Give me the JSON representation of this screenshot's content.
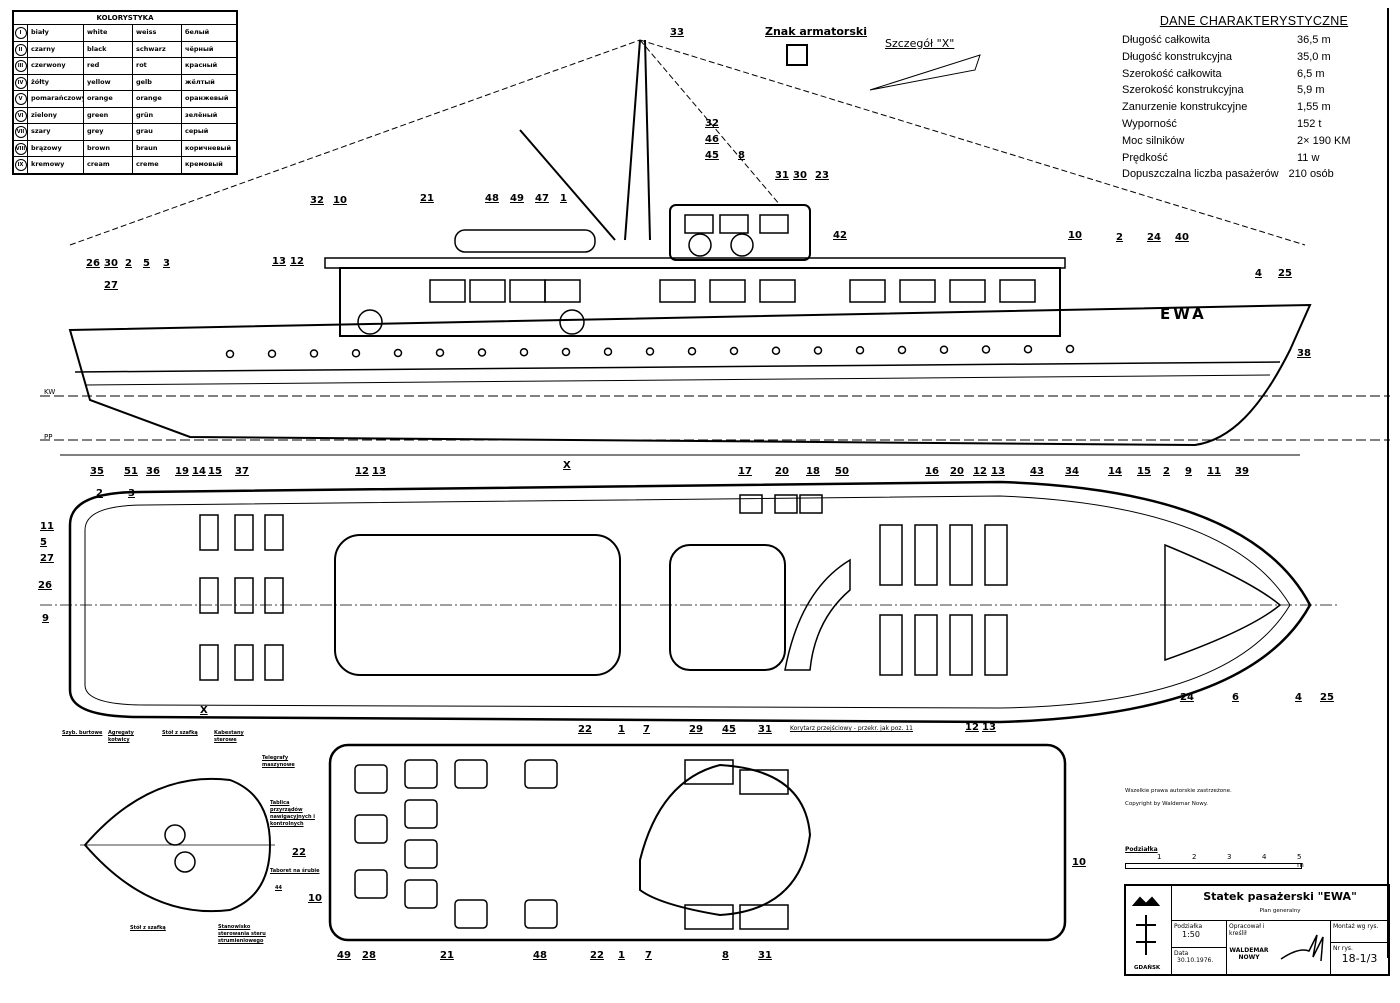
{
  "colors_table": {
    "title": "KOLORYSTYKA",
    "rows": [
      {
        "num": "I",
        "pl": "biały",
        "en": "white",
        "de": "weiss",
        "ru": "белый"
      },
      {
        "num": "II",
        "pl": "czarny",
        "en": "black",
        "de": "schwarz",
        "ru": "чёрный"
      },
      {
        "num": "III",
        "pl": "czerwony",
        "en": "red",
        "de": "rot",
        "ru": "красный"
      },
      {
        "num": "IV",
        "pl": "żółty",
        "en": "yellow",
        "de": "gelb",
        "ru": "жёлтый"
      },
      {
        "num": "V",
        "pl": "pomarańczowy",
        "en": "orange",
        "de": "orange",
        "ru": "оранжевый"
      },
      {
        "num": "VI",
        "pl": "zielony",
        "en": "green",
        "de": "grün",
        "ru": "зелёный"
      },
      {
        "num": "VII",
        "pl": "szary",
        "en": "grey",
        "de": "grau",
        "ru": "серый"
      },
      {
        "num": "VIII",
        "pl": "brązowy",
        "en": "brown",
        "de": "braun",
        "ru": "коричневый"
      },
      {
        "num": "IX",
        "pl": "kremowy",
        "en": "cream",
        "de": "creme",
        "ru": "кремовый"
      }
    ]
  },
  "specs": {
    "title": "DANE CHARAKTERYSTYCZNE",
    "rows": [
      {
        "k": "Długość całkowita",
        "v": "36,5 m"
      },
      {
        "k": "Długość konstrukcyjna",
        "v": "35,0 m"
      },
      {
        "k": "Szerokość całkowita",
        "v": "6,5 m"
      },
      {
        "k": "Szerokość konstrukcyjna",
        "v": "5,9 m"
      },
      {
        "k": "Zanurzenie konstrukcyjne",
        "v": "1,55 m"
      },
      {
        "k": "Wyporność",
        "v": "152 t"
      },
      {
        "k": "Moc silników",
        "v": "2× 190 KM"
      },
      {
        "k": "Prędkość",
        "v": "11 w"
      },
      {
        "k": "Dopuszczalna liczba pasażerów",
        "v": "210 osób"
      }
    ]
  },
  "owner_mark_label": "Znak armatorski",
  "detail_x_label": "Szczegół \"X\"",
  "hull_name": "EWA",
  "waterline_labels": {
    "kw": "KW",
    "pp": "PP"
  },
  "side_callouts": [
    "33",
    "32",
    "46",
    "45",
    "8",
    "31",
    "30",
    "23",
    "1",
    "47",
    "49",
    "48",
    "21",
    "10",
    "32",
    "42",
    "13",
    "12",
    "26",
    "30",
    "27",
    "2",
    "5",
    "3",
    "10",
    "2",
    "24",
    "40",
    "4",
    "25",
    "38",
    "35",
    "51",
    "36",
    "37"
  ],
  "plan_callouts": [
    "2",
    "3",
    "19",
    "14",
    "15",
    "12",
    "13",
    "17",
    "20",
    "18",
    "50",
    "16",
    "20",
    "12",
    "13",
    "43",
    "34",
    "14",
    "15",
    "2",
    "9",
    "11",
    "39",
    "11",
    "5",
    "27",
    "26",
    "9",
    "24",
    "6",
    "4",
    "25",
    "12",
    "13",
    "X",
    "X"
  ],
  "bridge_callouts": [
    "22",
    "1",
    "7",
    "29",
    "45",
    "31",
    "22",
    "10",
    "10",
    "49",
    "28",
    "21",
    "48",
    "22",
    "1",
    "7",
    "8",
    "31"
  ],
  "corridor_note": "Korytarz przejściowy - przekr. jak poz. 11",
  "inset_labels": [
    "Szyb. burtowe",
    "Agregaty kotwicy",
    "Stół z szafką",
    "Kabestany sterowe",
    "Telegrafy maszynowe",
    "Tablica przyrządów nawigacyjnych i kontrolnych",
    "Taboret na śrubie",
    "44",
    "Stół z szafką",
    "Stanowisko sterowania steru strumieniowego"
  ],
  "copyright": {
    "line1": "Wszelkie prawa autorskie zastrzeżone.",
    "line2": "Copyright by Waldemar Nowy."
  },
  "scale_bar": {
    "title": "Podziałka",
    "ticks": [
      "1",
      "2",
      "3",
      "4",
      "5 m"
    ]
  },
  "title_block": {
    "name": "Statek pasażerski \"EWA\"",
    "subtitle": "Plan generalny",
    "city": "GDAŃSK",
    "scale_label": "Podziałka",
    "scale_value": "1:50",
    "date_label": "Data",
    "date_value": "30.10.1976.",
    "author_label": "Opracował i kreślił",
    "author_name": "WALDEMAR NOWY",
    "assembly_label": "Montaż wg rys.",
    "drawing_no_label": "Nr rys.",
    "drawing_no": "18-1/3"
  },
  "colors": {
    "ink": "#000000",
    "paper": "#ffffff"
  }
}
